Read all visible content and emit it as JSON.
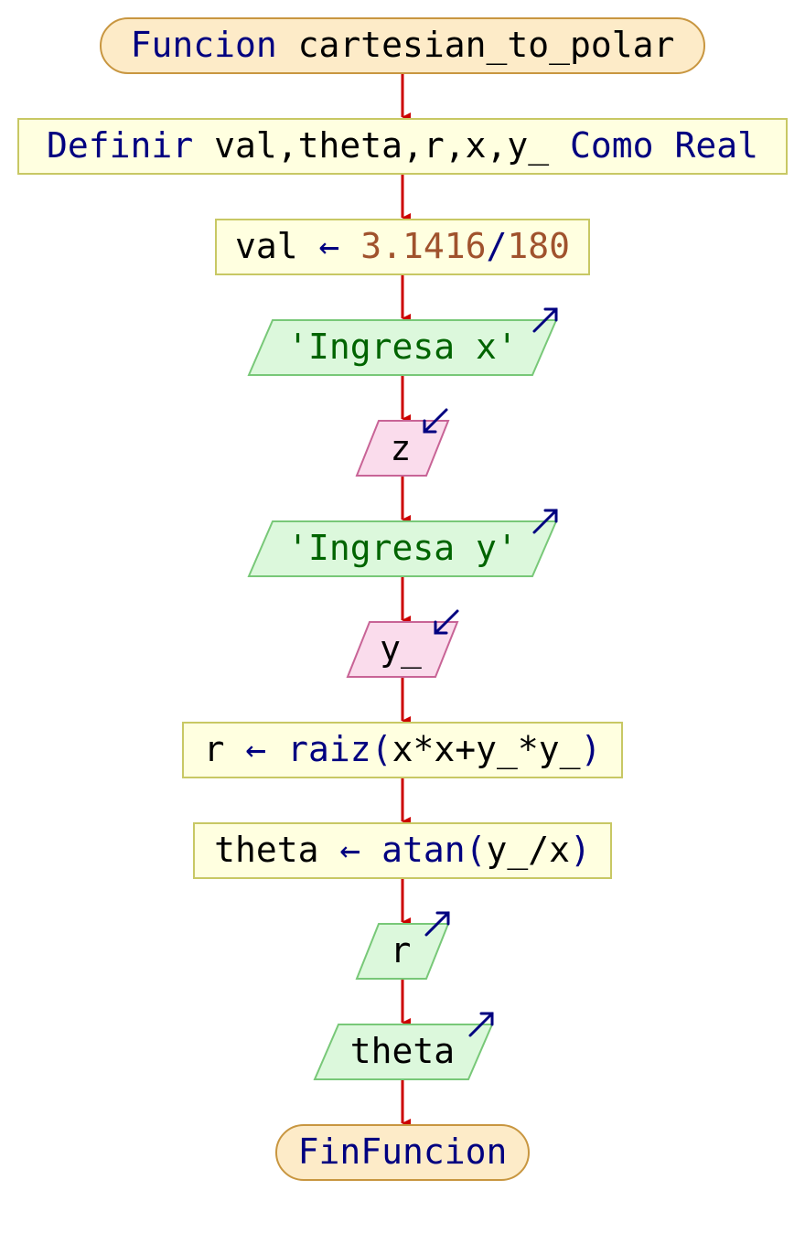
{
  "diagram": {
    "start": {
      "keyword": "Funcion",
      "name": "cartesian_to_polar"
    },
    "define": {
      "keyword": "Definir",
      "vars": "val,theta,r,x,y_",
      "as_keyword": "Como",
      "type": "Real"
    },
    "assign_val": {
      "target": "val",
      "arrow": "←",
      "num1": "3.1416",
      "slash": "/",
      "num2": "180"
    },
    "output_x": {
      "text": "'Ingresa x'"
    },
    "input_z": {
      "text": "z"
    },
    "output_y": {
      "text": "'Ingresa y'"
    },
    "input_y": {
      "text": "y_"
    },
    "assign_r": {
      "target": "r",
      "arrow": "←",
      "func": "raiz",
      "open": "(",
      "args": "x*x+y_*y_",
      "close": ")"
    },
    "assign_theta": {
      "target": "theta",
      "arrow": "←",
      "func": "atan",
      "open": "(",
      "args": "y_/x",
      "close": ")"
    },
    "output_r": {
      "text": "r"
    },
    "output_theta": {
      "text": "theta"
    },
    "end": {
      "keyword": "FinFuncion"
    }
  },
  "colors": {
    "terminal_fill": "#fdebc8",
    "terminal_stroke": "#c89640",
    "process_fill": "#ffffe0",
    "process_stroke": "#c8c864",
    "output_fill": "#dcf8dc",
    "output_stroke": "#78c878",
    "input_fill": "#fadcec",
    "input_stroke": "#c86496",
    "connector": "#cc0000",
    "io_arrow": "#000080"
  }
}
